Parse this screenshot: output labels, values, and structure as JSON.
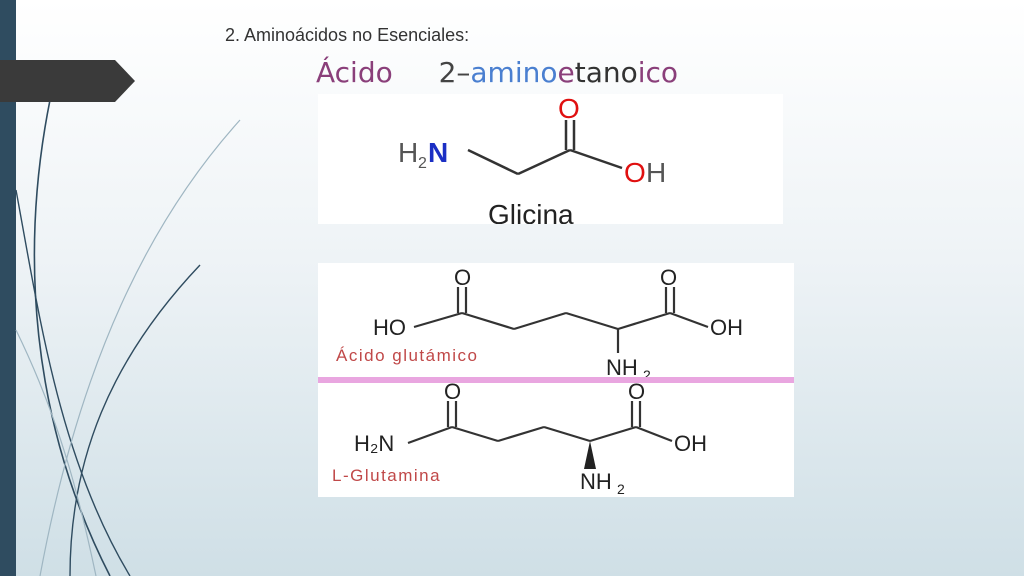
{
  "slide": {
    "title": "2. Aminoácidos no Esenciales:"
  },
  "glycine": {
    "iupac_parts": {
      "acid": "Ácido",
      "locant": "2–",
      "substituent": "amino",
      "chain_e": "e",
      "chain_t": "t",
      "root": "ano",
      "suffix": "ico"
    },
    "atoms": {
      "amine_h": "H",
      "amine_sub": "2",
      "amine_n": "N",
      "carbonyl_o": "O",
      "hydroxyl_o": "O",
      "hydroxyl_h": "H"
    },
    "name": "Glicina"
  },
  "glutamic_acid": {
    "left_group": "HO",
    "left_o": "O",
    "right_o": "O",
    "right_group": "OH",
    "amine": "NH",
    "amine_sub": "2",
    "name": "Ácido glutámico"
  },
  "glutamine": {
    "left_group": "H₂N",
    "left_o": "O",
    "right_o": "O",
    "right_group": "OH",
    "amine": "NH",
    "amine_sub": "2",
    "name": "L-Glutamina"
  },
  "colors": {
    "acid_purple": "#8a3f7a",
    "amino_blue": "#4a7fd0",
    "nitrogen_blue": "#1b2fc4",
    "oxygen_red": "#e01010",
    "label_pink": "#c04848",
    "divider_pink": "#e9a6e0"
  }
}
